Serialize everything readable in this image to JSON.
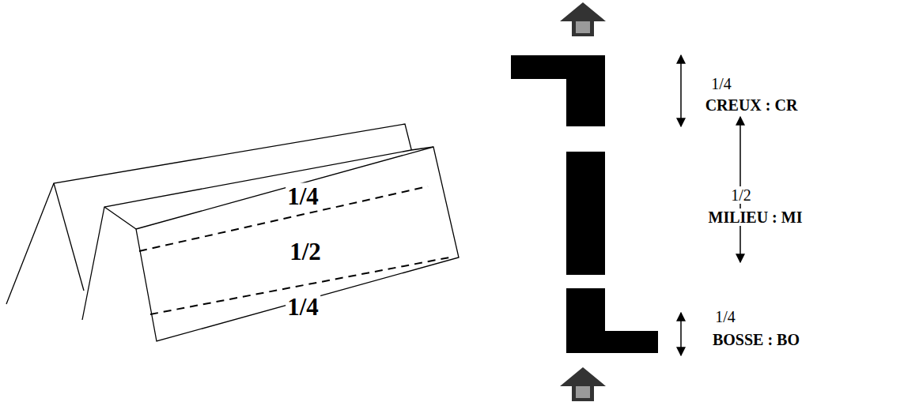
{
  "diagram": {
    "labels": [
      "1/4",
      "1/2",
      "1/4",
      "1/4",
      "CREUX : CR",
      "1/2",
      "MILIEU : MI",
      "1/4",
      "BOSSE : BO"
    ]
  }
}
